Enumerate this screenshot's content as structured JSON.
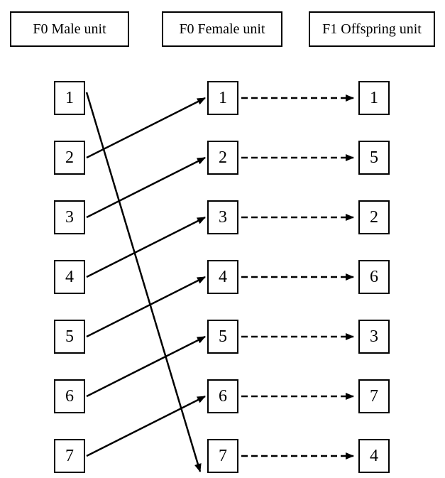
{
  "headers": {
    "male": "F0 Male unit",
    "female": "F0 Female unit",
    "offspring": "F1 Offspring unit"
  },
  "male_units": [
    "1",
    "2",
    "3",
    "4",
    "5",
    "6",
    "7"
  ],
  "female_units": [
    "1",
    "2",
    "3",
    "4",
    "5",
    "6",
    "7"
  ],
  "offspring_units": [
    "1",
    "5",
    "2",
    "6",
    "3",
    "7",
    "4"
  ],
  "male_to_female": [
    {
      "from": 1,
      "to": 7
    },
    {
      "from": 2,
      "to": 1
    },
    {
      "from": 3,
      "to": 2
    },
    {
      "from": 4,
      "to": 3
    },
    {
      "from": 5,
      "to": 4
    },
    {
      "from": 6,
      "to": 5
    },
    {
      "from": 7,
      "to": 6
    }
  ],
  "female_to_offspring_style": "dashed",
  "colors": {
    "line": "#000000",
    "background": "#ffffff"
  }
}
